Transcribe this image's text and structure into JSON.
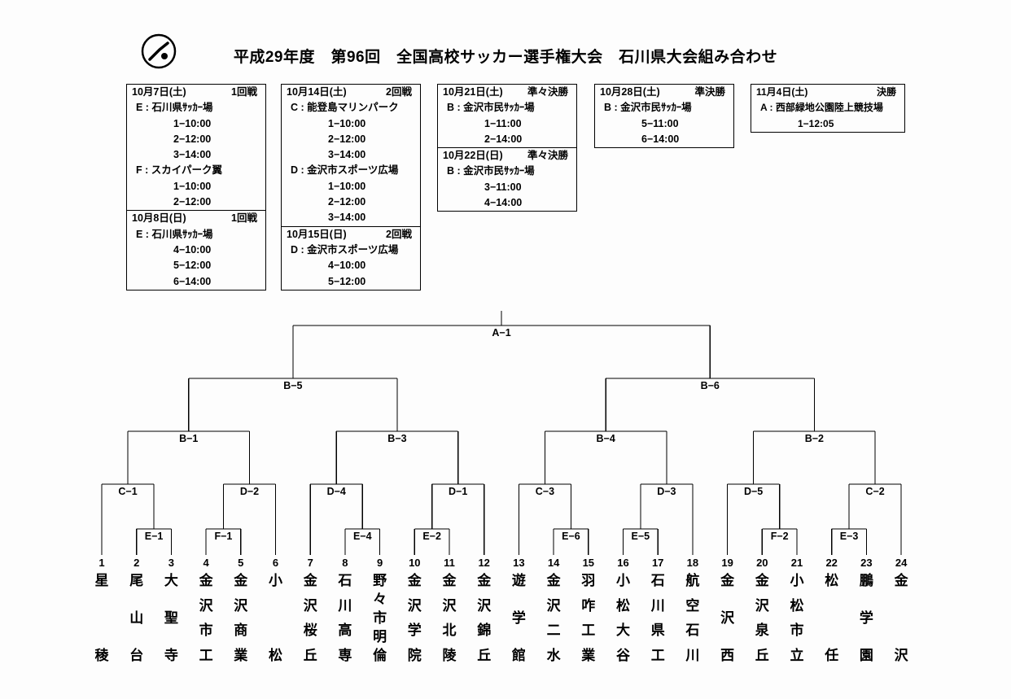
{
  "page": {
    "title": "平成29年度　第96回　全国高校サッカー選手権大会　石川県大会組み合わせ",
    "logo": "soccer-player-emblem"
  },
  "schedule_boxes": [
    {
      "sections": [
        {
          "date": "10月7日(土)",
          "round": "1回戦",
          "venues": [
            {
              "label": "E : 石川県ｻｯｶｰ場",
              "times": [
                "1−10:00",
                "2−12:00",
                "3−14:00"
              ]
            },
            {
              "label": "F : スカイパーク翼",
              "times": [
                "1−10:00",
                "2−12:00"
              ]
            }
          ]
        },
        {
          "date": "10月8日(日)",
          "round": "1回戦",
          "venues": [
            {
              "label": "E : 石川県ｻｯｶｰ場",
              "times": [
                "4−10:00",
                "5−12:00",
                "6−14:00"
              ]
            }
          ]
        }
      ]
    },
    {
      "sections": [
        {
          "date": "10月14日(土)",
          "round": "2回戦",
          "venues": [
            {
              "label": "C : 能登島マリンパーク",
              "times": [
                "1−10:00",
                "2−12:00",
                "3−14:00"
              ]
            },
            {
              "label": "D : 金沢市スポーツ広場",
              "times": [
                "1−10:00",
                "2−12:00",
                "3−14:00"
              ]
            }
          ]
        },
        {
          "date": "10月15日(日)",
          "round": "2回戦",
          "venues": [
            {
              "label": "D : 金沢市スポーツ広場",
              "times": [
                "4−10:00",
                "5−12:00"
              ]
            }
          ]
        }
      ]
    },
    {
      "sections": [
        {
          "date": "10月21日(土)",
          "round": "準々決勝",
          "venues": [
            {
              "label": "B : 金沢市民ｻｯｶｰ場",
              "times": [
                "1−11:00",
                "2−14:00"
              ]
            }
          ]
        },
        {
          "date": "10月22日(日)",
          "round": "準々決勝",
          "venues": [
            {
              "label": "B : 金沢市民ｻｯｶｰ場",
              "times": [
                "3−11:00",
                "4−14:00"
              ]
            }
          ]
        }
      ]
    },
    {
      "sections": [
        {
          "date": "10月28日(土)",
          "round": "準決勝",
          "venues": [
            {
              "label": "B : 金沢市民ｻｯｶｰ場",
              "times": [
                "5−11:00",
                "6−14:00"
              ]
            }
          ]
        }
      ]
    },
    {
      "sections": [
        {
          "date": "11月4日(土)",
          "round": "決勝",
          "venues": [
            {
              "label": "A : 西部緑地公園陸上競技場",
              "times": [
                "1−12:05"
              ]
            }
          ]
        }
      ]
    }
  ],
  "bracket": {
    "teams": [
      {
        "no": "1",
        "name": "星稜"
      },
      {
        "no": "2",
        "name": "尾山台"
      },
      {
        "no": "3",
        "name": "大聖寺"
      },
      {
        "no": "4",
        "name": "金沢市工"
      },
      {
        "no": "5",
        "name": "金沢商業"
      },
      {
        "no": "6",
        "name": "小松"
      },
      {
        "no": "7",
        "name": "金沢桜丘"
      },
      {
        "no": "8",
        "name": "石川高専"
      },
      {
        "no": "9",
        "name": "野々市明倫"
      },
      {
        "no": "10",
        "name": "金沢学院"
      },
      {
        "no": "11",
        "name": "金沢北陵"
      },
      {
        "no": "12",
        "name": "金沢錦丘"
      },
      {
        "no": "13",
        "name": "遊学館"
      },
      {
        "no": "14",
        "name": "金沢二水"
      },
      {
        "no": "15",
        "name": "羽咋工業"
      },
      {
        "no": "16",
        "name": "小松大谷"
      },
      {
        "no": "17",
        "name": "石川県工"
      },
      {
        "no": "18",
        "name": "航空石川"
      },
      {
        "no": "19",
        "name": "金沢西"
      },
      {
        "no": "20",
        "name": "金沢泉丘"
      },
      {
        "no": "21",
        "name": "小松市立"
      },
      {
        "no": "22",
        "name": "松任"
      },
      {
        "no": "23",
        "name": "鵬学園"
      },
      {
        "no": "24",
        "name": "金沢"
      }
    ],
    "tree": {
      "label": "A−1",
      "children": [
        {
          "label": "B−5",
          "children": [
            {
              "label": "B−1",
              "children": [
                {
                  "label": "C−1",
                  "children": [
                    {
                      "team": 0
                    },
                    {
                      "label": "E−1",
                      "children": [
                        {
                          "team": 1
                        },
                        {
                          "team": 2
                        }
                      ]
                    }
                  ]
                },
                {
                  "label": "D−2",
                  "children": [
                    {
                      "label": "F−1",
                      "children": [
                        {
                          "team": 3
                        },
                        {
                          "team": 4
                        }
                      ]
                    },
                    {
                      "team": 5
                    }
                  ]
                }
              ]
            },
            {
              "label": "B−3",
              "children": [
                {
                  "label": "D−4",
                  "children": [
                    {
                      "team": 6
                    },
                    {
                      "label": "E−4",
                      "children": [
                        {
                          "team": 7
                        },
                        {
                          "team": 8
                        }
                      ]
                    }
                  ]
                },
                {
                  "label": "D−1",
                  "children": [
                    {
                      "label": "E−2",
                      "children": [
                        {
                          "team": 9
                        },
                        {
                          "team": 10
                        }
                      ]
                    },
                    {
                      "team": 11
                    }
                  ]
                }
              ]
            }
          ]
        },
        {
          "label": "B−6",
          "children": [
            {
              "label": "B−4",
              "children": [
                {
                  "label": "C−3",
                  "children": [
                    {
                      "team": 12
                    },
                    {
                      "label": "E−6",
                      "children": [
                        {
                          "team": 13
                        },
                        {
                          "team": 14
                        }
                      ]
                    }
                  ]
                },
                {
                  "label": "D−3",
                  "children": [
                    {
                      "label": "E−5",
                      "children": [
                        {
                          "team": 15
                        },
                        {
                          "team": 16
                        }
                      ]
                    },
                    {
                      "team": 17
                    }
                  ]
                }
              ]
            },
            {
              "label": "B−2",
              "children": [
                {
                  "label": "D−5",
                  "children": [
                    {
                      "team": 18
                    },
                    {
                      "label": "F−2",
                      "children": [
                        {
                          "team": 19
                        },
                        {
                          "team": 20
                        }
                      ]
                    }
                  ]
                },
                {
                  "label": "C−2",
                  "children": [
                    {
                      "label": "E−3",
                      "children": [
                        {
                          "team": 21
                        },
                        {
                          "team": 22
                        }
                      ]
                    },
                    {
                      "team": 23
                    }
                  ]
                }
              ]
            }
          ]
        }
      ]
    }
  }
}
